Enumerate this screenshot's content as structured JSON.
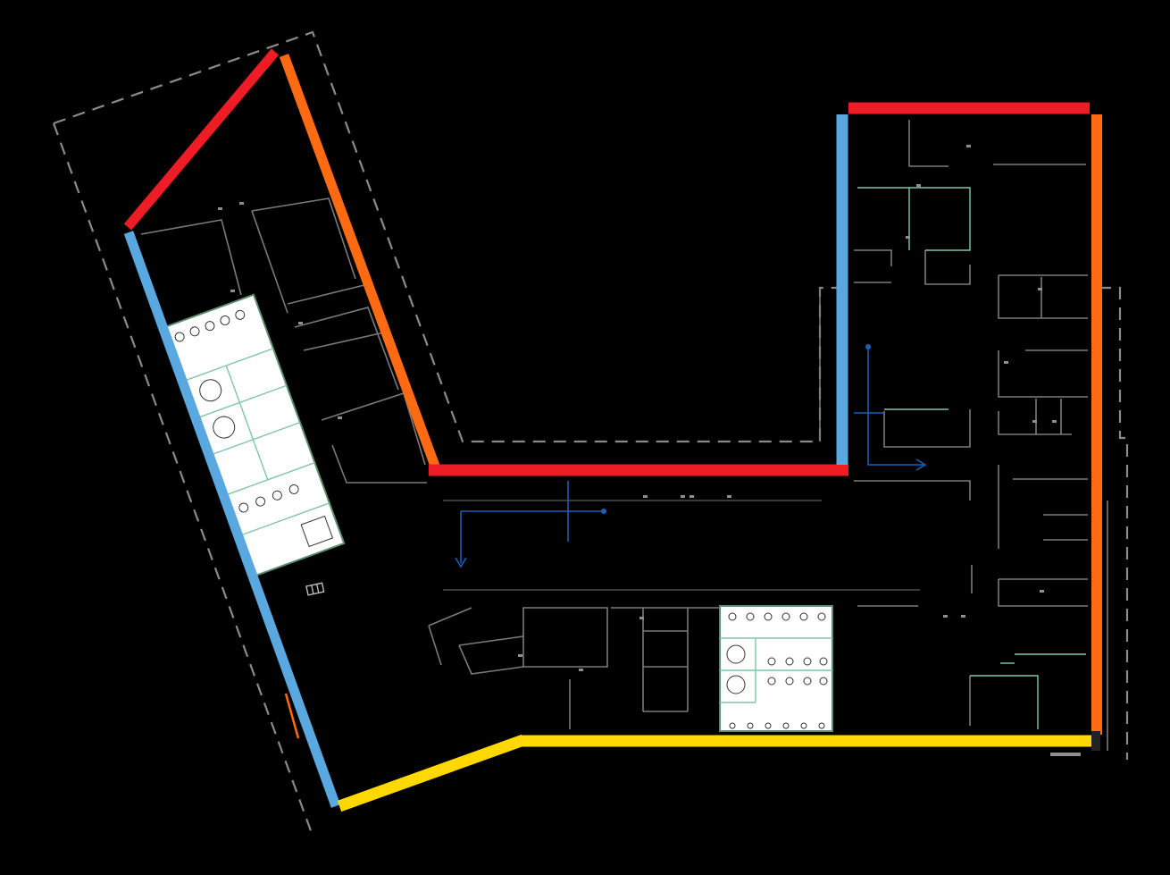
{
  "diagram": {
    "background": "#000000",
    "colors": {
      "wall_red": "#ee1c25",
      "wall_orange": "#ff6a13",
      "wall_blue": "#5aa8e0",
      "wall_yellow": "#ffd800",
      "boundary": "#8a8a8a",
      "rooms": "#7a7a7a",
      "sanitary_outline": "#7fc7a3",
      "flow_arrows": "#1a5fb4"
    },
    "elements": [
      "facade-north",
      "facade-east",
      "facade-west",
      "facade-south",
      "property-boundary",
      "restroom-blocks",
      "circulation-arrows"
    ]
  }
}
